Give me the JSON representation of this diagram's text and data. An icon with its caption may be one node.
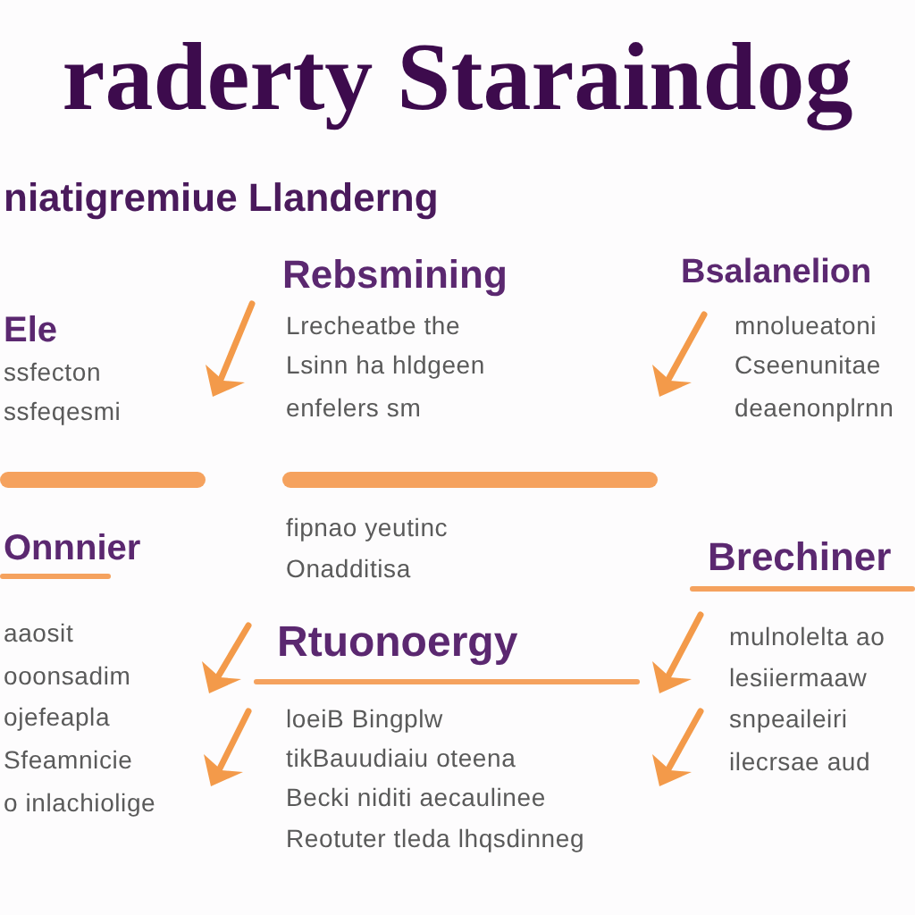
{
  "diagram": {
    "title": "raderty Staraindog",
    "labels": [
      "niatigremiue Llanderng",
      "Ele",
      "ssfecton",
      "ssfeqesmi",
      "Rebsmining",
      "Lrecheatbe the",
      "Lsinn ha hldgeen",
      "enfelers sm",
      "Bsalanelion",
      "mnolueatoni",
      "Cseenunitae",
      "deaenonplrnn",
      "Onnnier",
      "aaosit",
      "ooonsadim",
      "ojefeapla",
      "Sfeamnicie",
      "o inlachiolige",
      "fipnao yeutinc",
      "Onadditisa",
      "Rtuonoergy",
      "loeiB Bingplw",
      "tikBauudiaiu oteena",
      "Becki niditi aecaulinee",
      "Reotuter tleda lhqsdinneg",
      "Brechiner",
      "mulnolelta ao",
      "lesiiermaaw",
      "snpeaileiri",
      "ilecrsae aud"
    ]
  }
}
